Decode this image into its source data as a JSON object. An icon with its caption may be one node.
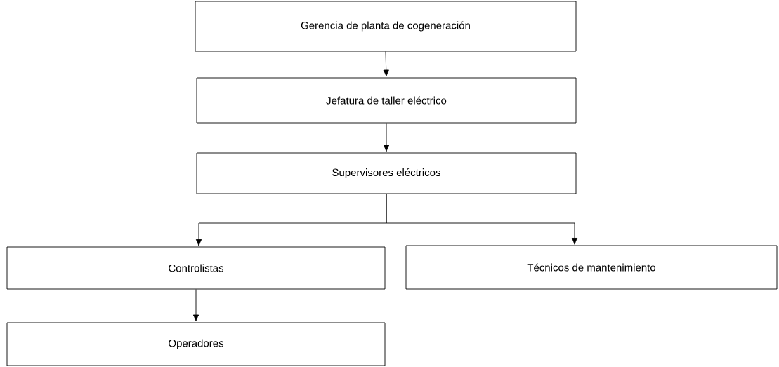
{
  "diagram": {
    "nodes": [
      {
        "text": [
          "Gerencia de planta de cogeneración"
        ]
      },
      {
        "text": [
          "Jefatura de taller eléctrico"
        ]
      },
      {
        "text": [
          "Supervisores eléctricos"
        ]
      },
      {
        "text": [
          "Controlistas"
        ]
      },
      {
        "text": [
          "Técnicos de mantenimiento"
        ]
      },
      {
        "text": [
          "Operadores"
        ]
      }
    ],
    "edges": [
      {
        "from": 0,
        "to": 1,
        "arrow": "to"
      },
      {
        "from": 1,
        "to": 2,
        "arrow": "to"
      },
      {
        "from": 2,
        "to": 3,
        "arrow": "to"
      },
      {
        "from": 2,
        "to": 4,
        "arrow": "to"
      },
      {
        "from": 3,
        "to": 5,
        "arrow": "to"
      }
    ]
  }
}
